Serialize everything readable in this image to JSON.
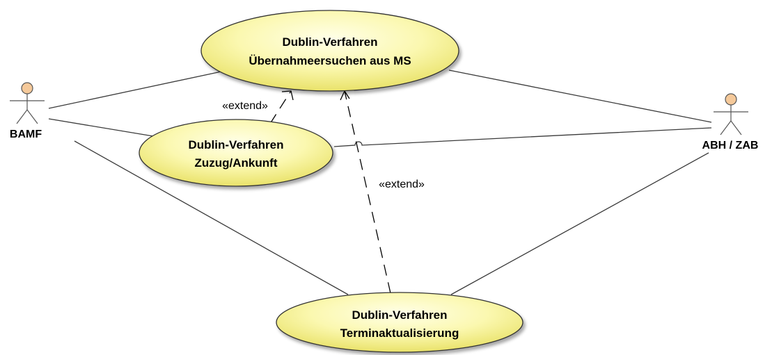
{
  "actors": {
    "bamf": {
      "label": "BAMF",
      "icon": "stick-figure-icon"
    },
    "abh": {
      "label": "ABH / ZAB",
      "icon": "stick-figure-icon"
    }
  },
  "use_cases": {
    "uebernahme": {
      "line1": "Dublin-Verfahren",
      "line2": "Übernahmeersuchen aus MS"
    },
    "zuzug": {
      "line1": "Dublin-Verfahren",
      "line2": "Zuzug/Ankunft"
    },
    "termin": {
      "line1": "Dublin-Verfahren",
      "line2": "Terminaktualisierung"
    }
  },
  "relations": {
    "extend_1": "«extend»",
    "extend_2": "«extend»"
  },
  "colors": {
    "use_case_fill_light": "#ffffe0",
    "use_case_fill_dark": "#eee873",
    "actor_head": "#f5c99a",
    "line": "#3a3a3a"
  }
}
